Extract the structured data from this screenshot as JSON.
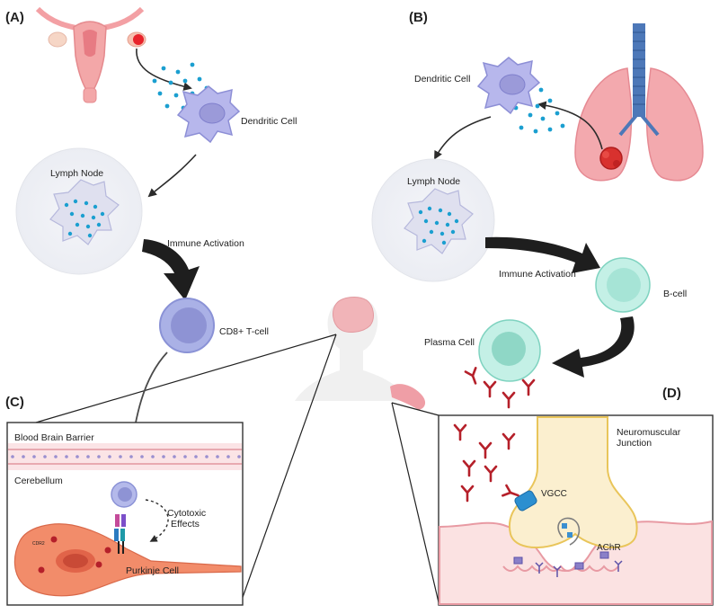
{
  "panels": {
    "a": "(A)",
    "b": "(B)",
    "c": "(C)",
    "d": "(D)"
  },
  "panel_a": {
    "dendritic_cell": "Dendritic Cell",
    "lymph_node": "Lymph Node",
    "immune_activation": "Immune Activation",
    "t_cell": "CD8+ T-cell"
  },
  "panel_b": {
    "dendritic_cell": "Dendritic Cell",
    "lymph_node": "Lymph Node",
    "immune_activation": "Immune Activation",
    "b_cell": "B-cell",
    "plasma_cell": "Plasma Cell"
  },
  "panel_c": {
    "bbb": "Blood Brain Barrier",
    "cerebellum": "Cerebellum",
    "cytotoxic_line1": "Cytotoxic",
    "cytotoxic_line2": "Effects",
    "purkinje": "Purkinje Cell",
    "cdr2": "CDR2"
  },
  "panel_d": {
    "nmj_line1": "Neuromuscular",
    "nmj_line2": "Junction",
    "vgcc": "VGCC",
    "achr": "AChR"
  },
  "colors": {
    "antigen": "#1b9fd0",
    "dendritic": "#b3b3ea",
    "tcell": "#9aa4e0",
    "bcell": "#bfeee3",
    "antibody": "#b5202a",
    "purkinje": "#f28c6a",
    "nmj_terminal": "#fbeec8",
    "muscle": "#fbe0e0"
  }
}
